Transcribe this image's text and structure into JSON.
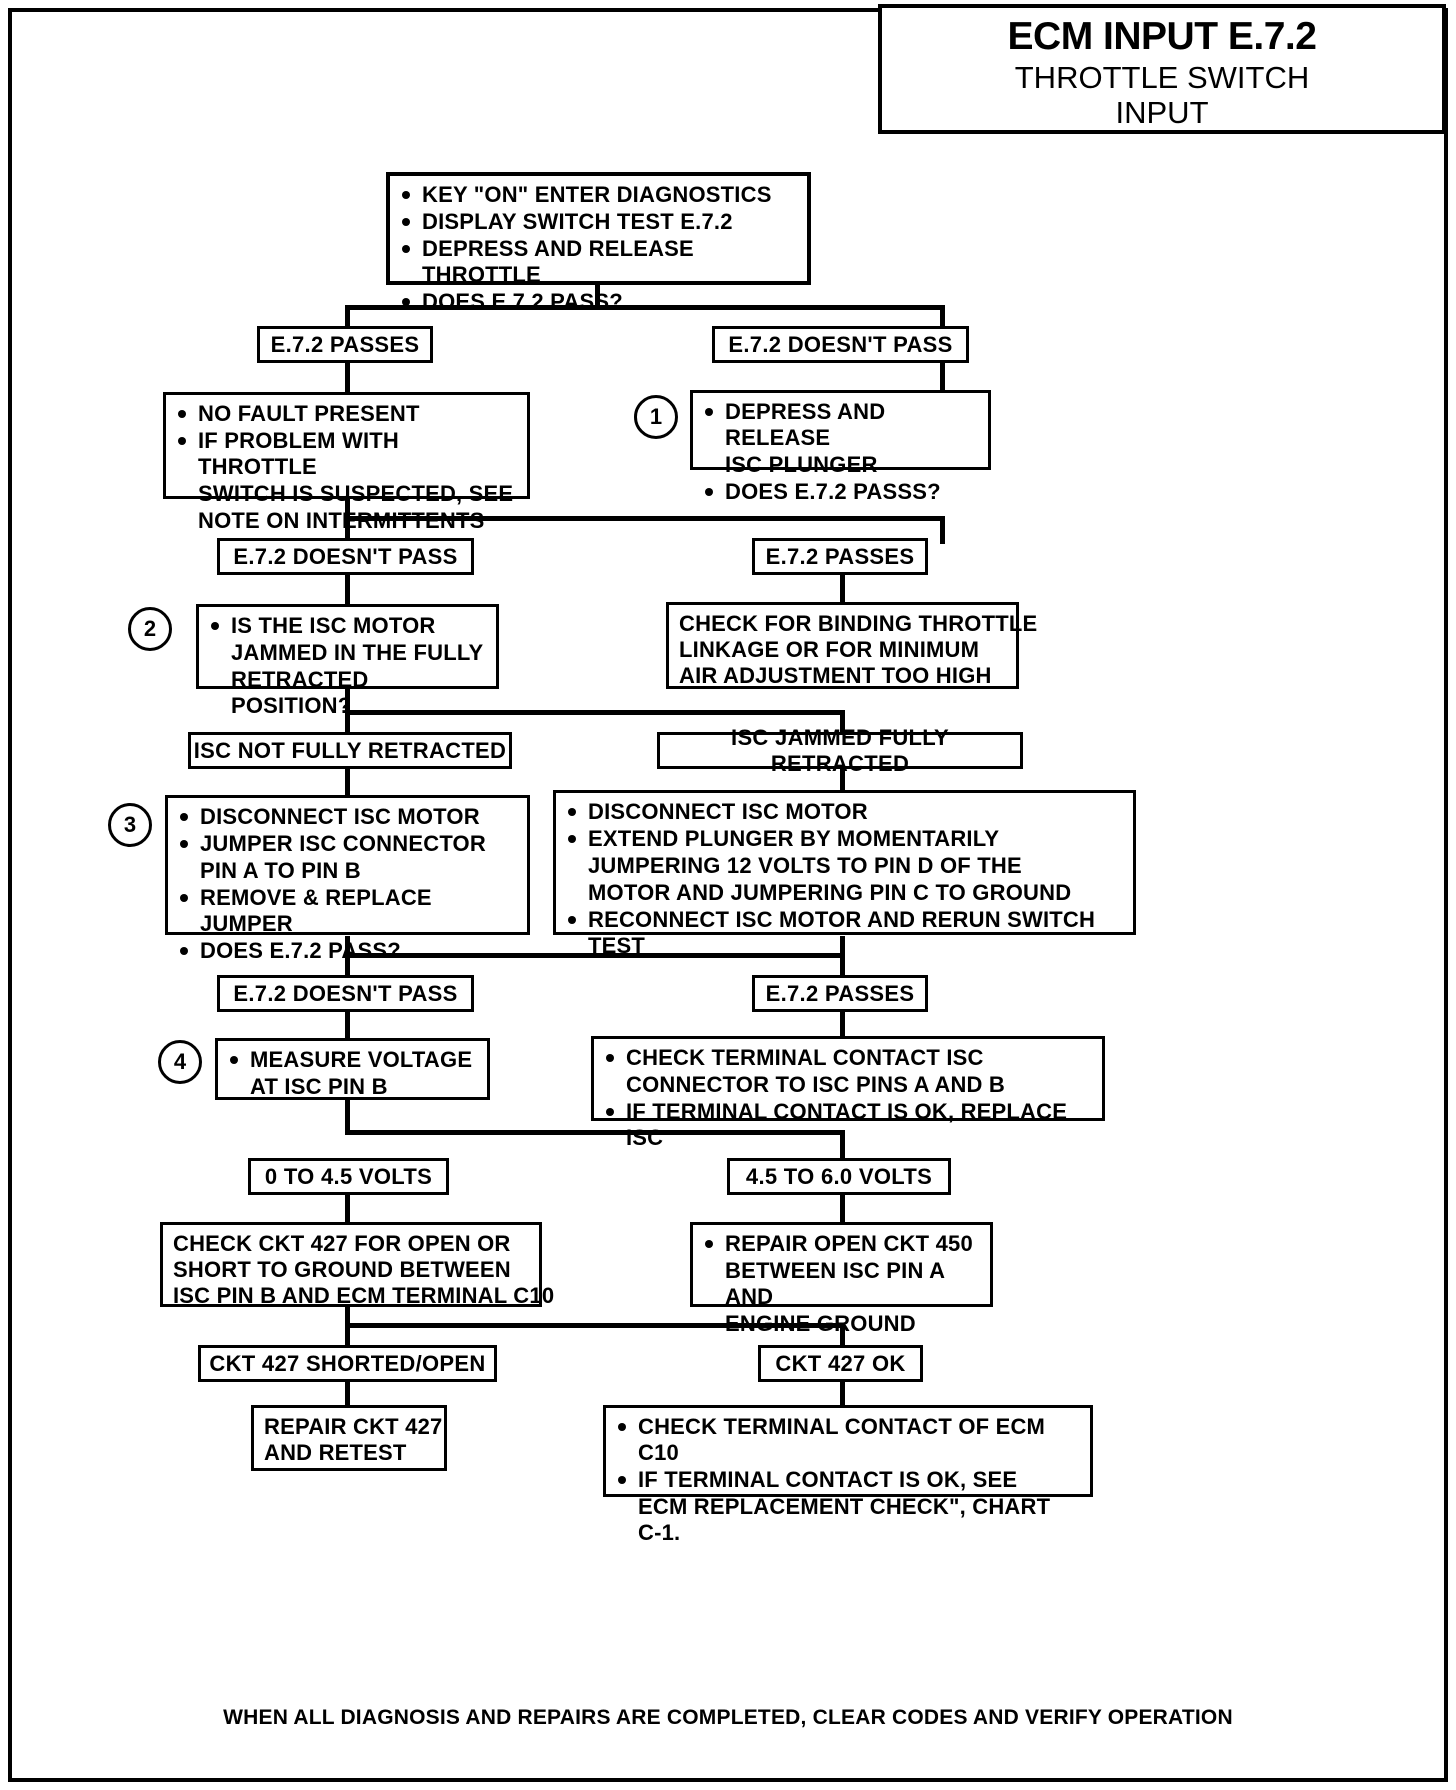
{
  "header": {
    "title": "ECM INPUT E.7.2",
    "subtitle_line1": "THROTTLE SWITCH",
    "subtitle_line2": "INPUT"
  },
  "footer": {
    "note": "WHEN ALL DIAGNOSIS AND REPAIRS ARE COMPLETED, CLEAR CODES AND VERIFY OPERATION"
  },
  "steps": {
    "one": "1",
    "two": "2",
    "three": "3",
    "four": "4"
  },
  "nodes": {
    "start": {
      "items": [
        "KEY \"ON\" ENTER DIAGNOSTICS",
        "DISPLAY SWITCH TEST E.7.2",
        "DEPRESS AND RELEASE THROTTLE",
        "DOES E.7.2 PASS?"
      ]
    },
    "label_passes_1": "E.7.2 PASSES",
    "label_doesnt_pass_1": "E.7.2 DOESN'T PASS",
    "no_fault": {
      "items": [
        "NO FAULT PRESENT",
        "IF PROBLEM WITH THROTTLE"
      ],
      "cont": [
        "SWITCH IS SUSPECTED, SEE",
        "NOTE ON INTERMITTENTS"
      ]
    },
    "depress_plunger": {
      "items": [
        "DEPRESS AND RELEASE"
      ],
      "cont1": "ISC PLUNGER",
      "items2": [
        "DOES E.7.2 PASSS?"
      ]
    },
    "label_doesnt_pass_2": "E.7.2 DOESN'T PASS",
    "label_passes_2": "E.7.2 PASSES",
    "isc_motor_jammed": {
      "items": [
        "IS THE ISC MOTOR"
      ],
      "cont": [
        "JAMMED IN THE FULLY",
        "RETRACTED POSITION?"
      ]
    },
    "check_binding": {
      "lines": [
        "CHECK FOR BINDING THROTTLE",
        "LINKAGE OR FOR MINIMUM",
        "AIR ADJUSTMENT TOO HIGH"
      ]
    },
    "label_isc_not_retracted": "ISC NOT FULLY RETRACTED",
    "label_isc_jammed_retracted": "ISC JAMMED FULLY RETRACTED",
    "disconnect_left": {
      "items": [
        "DISCONNECT ISC MOTOR",
        "JUMPER ISC CONNECTOR"
      ],
      "cont": "PIN A TO PIN B",
      "items2": [
        "REMOVE & REPLACE JUMPER",
        "DOES E.7.2 PASS?"
      ]
    },
    "disconnect_right": {
      "items": [
        "DISCONNECT ISC MOTOR",
        "EXTEND PLUNGER BY MOMENTARILY"
      ],
      "cont": [
        "JUMPERING 12 VOLTS TO PIN D OF THE",
        "MOTOR AND JUMPERING PIN C TO GROUND"
      ],
      "items2": [
        "RECONNECT ISC MOTOR AND RERUN SWITCH TEST"
      ]
    },
    "label_doesnt_pass_3": "E.7.2 DOESN'T PASS",
    "label_passes_3": "E.7.2 PASSES",
    "measure_voltage": {
      "items": [
        "MEASURE VOLTAGE"
      ],
      "cont": "AT ISC PIN B"
    },
    "check_terminal": {
      "items": [
        "CHECK TERMINAL CONTACT ISC"
      ],
      "cont": "CONNECTOR TO ISC PINS A AND B",
      "items2": [
        "IF TERMINAL CONTACT IS OK, REPLACE ISC"
      ]
    },
    "label_volts_low": "0 TO 4.5 VOLTS",
    "label_volts_high": "4.5 TO 6.0 VOLTS",
    "check_ckt_427": {
      "lines": [
        "CHECK CKT 427 FOR OPEN OR",
        "SHORT TO GROUND BETWEEN",
        "ISC PIN B AND ECM TERMINAL C10"
      ]
    },
    "repair_ckt_450": {
      "items": [
        "REPAIR OPEN CKT 450"
      ],
      "cont": [
        "BETWEEN ISC PIN A AND",
        "ENGINE GROUND"
      ]
    },
    "label_ckt_shorted": "CKT 427 SHORTED/OPEN",
    "label_ckt_ok": "CKT 427 OK",
    "repair_retest": {
      "lines": [
        "REPAIR CKT 427",
        "AND RETEST"
      ]
    },
    "check_ecm_c10": {
      "items": [
        "CHECK TERMINAL CONTACT OF ECM C10",
        "IF TERMINAL CONTACT IS OK, SEE"
      ],
      "cont": "ECM REPLACEMENT CHECK\", CHART C-1."
    }
  }
}
